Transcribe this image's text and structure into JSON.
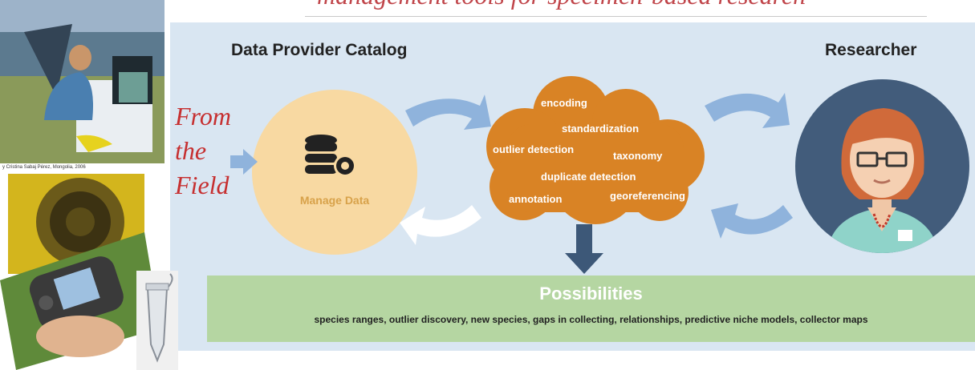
{
  "header": {
    "title": "management tools for specimen-based research"
  },
  "catalog_heading": "Data Provider Catalog",
  "researcher_heading": "Researcher",
  "field_text": [
    "From",
    "the",
    "Field"
  ],
  "manage_data": {
    "label": "Manage Data",
    "icon": "database-gear-icon"
  },
  "cloud_terms": [
    "encoding",
    "standardization",
    "outlier detection",
    "taxonomy",
    "duplicate detection",
    "annotation",
    "georeferencing"
  ],
  "possibilities": {
    "title": "Possibilities",
    "text": "species ranges, outlier discovery, new species, gaps in collecting, relationships, predictive niche models, collector maps"
  },
  "photo_credit": "y Cristina Sabaj Pérez, Mongolia, 2006",
  "colors": {
    "panel": "#d9e6f2",
    "manage": "#f8d9a2",
    "cloud": "#d98325",
    "researcher": "#425c7b",
    "possibilities": "#b5d6a2",
    "field_text": "#c62f30",
    "arrows": "#8fb3dc"
  }
}
